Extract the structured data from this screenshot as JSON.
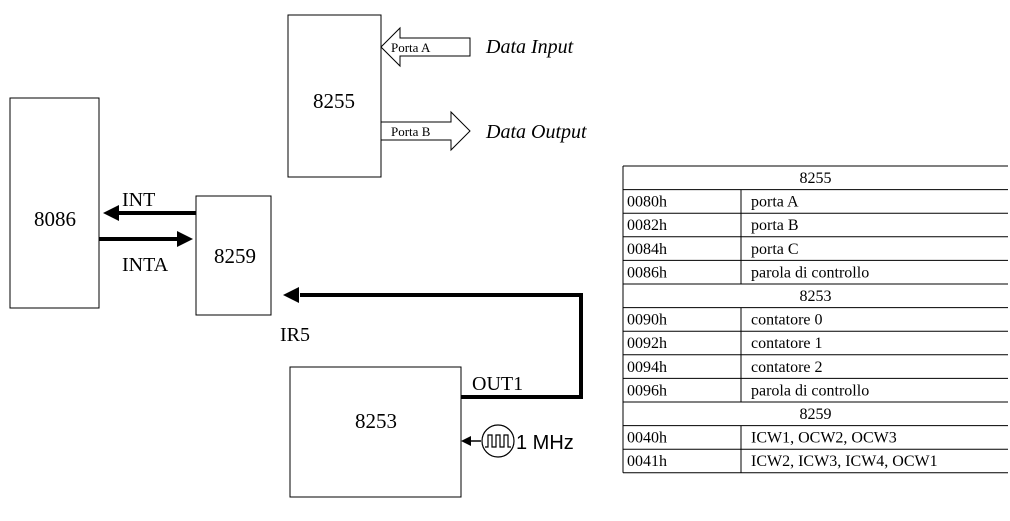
{
  "blocks": {
    "cpu": "8086",
    "ppi": "8255",
    "pic": "8259",
    "pit": "8253"
  },
  "ports": {
    "porta_a": "Porta A",
    "porta_b": "Porta B",
    "data_input": "Data Input",
    "data_output": "Data Output"
  },
  "signals": {
    "int": "INT",
    "inta": "INTA",
    "ir5": "IR5",
    "out1": "OUT1",
    "clock": "1 MHz"
  },
  "address_table": {
    "sections": [
      {
        "title": "8255",
        "rows": [
          {
            "addr": "0080h",
            "desc": "porta A"
          },
          {
            "addr": "0082h",
            "desc": "porta B"
          },
          {
            "addr": "0084h",
            "desc": "porta C"
          },
          {
            "addr": "0086h",
            "desc": "parola di controllo"
          }
        ]
      },
      {
        "title": "8253",
        "rows": [
          {
            "addr": "0090h",
            "desc": "contatore 0"
          },
          {
            "addr": "0092h",
            "desc": "contatore 1"
          },
          {
            "addr": "0094h",
            "desc": "contatore 2"
          },
          {
            "addr": "0096h",
            "desc": "parola di controllo"
          }
        ]
      },
      {
        "title": "8259",
        "rows": [
          {
            "addr": "0040h",
            "desc": "ICW1, OCW2, OCW3"
          },
          {
            "addr": "0041h",
            "desc": "ICW2, ICW3, ICW4, OCW1"
          }
        ]
      }
    ]
  }
}
